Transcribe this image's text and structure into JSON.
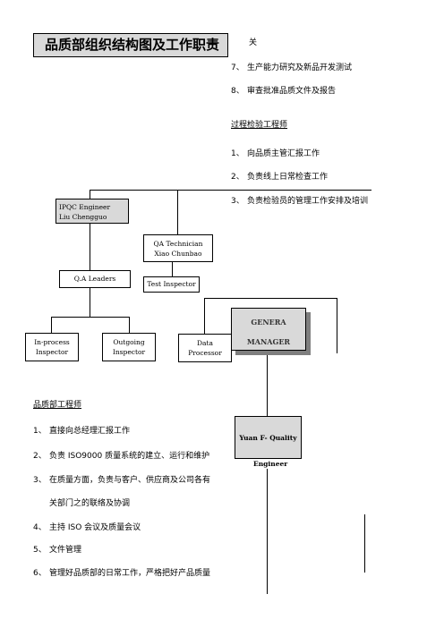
{
  "title": "品质部组织结构图及工作职责",
  "right_column": {
    "cont_line": "关",
    "items_top": [
      {
        "num": "7、",
        "text": "生产能力研究及新品开发测试"
      },
      {
        "num": "8、",
        "text": "审查批准品质文件及报告"
      }
    ],
    "process_heading": "过程检验工程师",
    "process_items": [
      {
        "num": "1、",
        "text": "向品质主管汇报工作"
      },
      {
        "num": "2、",
        "text": "负责线上日常检查工作"
      },
      {
        "num": "3、",
        "text": "负责检验员的管理工作安排及培训"
      }
    ]
  },
  "org": {
    "ipqc_line1": "IPQC Engineer",
    "ipqc_line2": "Liu Chengguo",
    "qa_line1": "QA Technician",
    "qa_line2": "Xiao Chunbao",
    "qa_leaders": "Q.A Leaders",
    "test_inspector": "Test Inspector",
    "inprocess_line1": "In-process",
    "inprocess_line2": "Inspector",
    "outgoing_line1": "Outgoing",
    "outgoing_line2": "Inspector",
    "data_line1": "Data",
    "data_line2": "Processor",
    "gm_line1": "GENERA",
    "gm_line2": "MANAGER",
    "quality_box": "Yuan F- Quality",
    "engineer": "Engineer"
  },
  "left_column": {
    "heading": "品质部工程师",
    "items": [
      {
        "num": "1、",
        "text": "直接向总经理汇报工作"
      },
      {
        "num": "2、",
        "text": "负责 ISO9000 质量系统的建立、运行和维护"
      },
      {
        "num": "3、",
        "text": "在质量方面，负责与客户、供应商及公司各有"
      },
      {
        "num": "",
        "text": "关部门之的联络及协调"
      },
      {
        "num": "4、",
        "text": "主持 ISO 会议及质量会议"
      },
      {
        "num": "5、",
        "text": "文件管理"
      },
      {
        "num": "6、",
        "text": "管理好品质部的日常工作，严格把好产品质量"
      }
    ]
  }
}
